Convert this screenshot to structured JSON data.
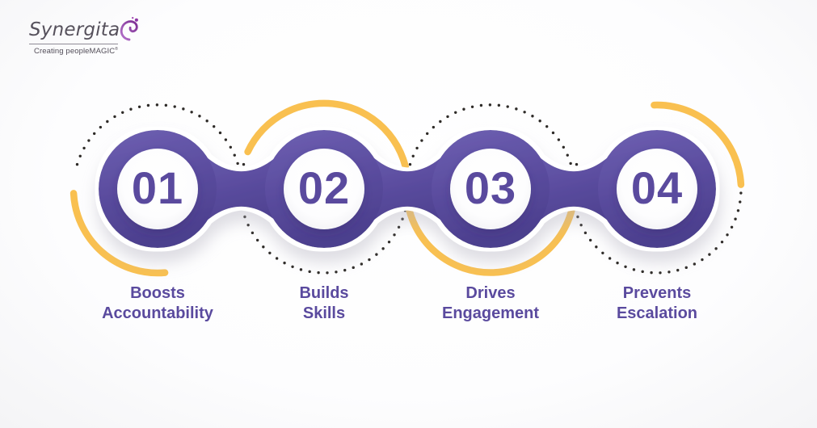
{
  "logo": {
    "name": "Synergita",
    "tagline": "Creating peopleMAGIC",
    "trademark": "®"
  },
  "steps": [
    {
      "number": "01",
      "label_line1": "Boosts",
      "label_line2": "Accountability"
    },
    {
      "number": "02",
      "label_line1": "Builds",
      "label_line2": "Skills"
    },
    {
      "number": "03",
      "label_line1": "Drives",
      "label_line2": "Engagement"
    },
    {
      "number": "04",
      "label_line1": "Prevents",
      "label_line2": "Escalation"
    }
  ],
  "colors": {
    "purple": "#5a4c9e",
    "purple_dark": "#4c3f8e",
    "purple_light": "#6e60b2",
    "accent_yellow": "#f9c050",
    "dot": "#2e2b28",
    "text_purple": "#5a4a9e",
    "logo_text": "#56515c"
  }
}
